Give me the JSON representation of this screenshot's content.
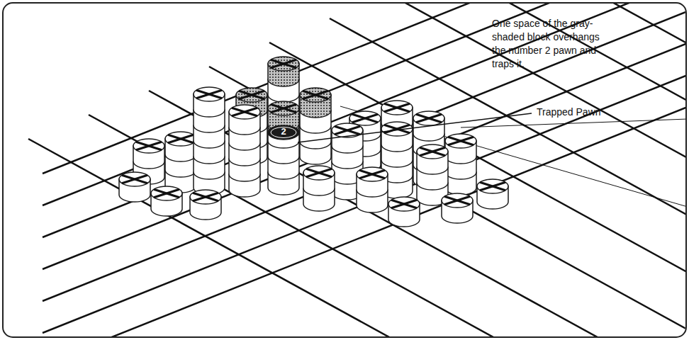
{
  "diagram": {
    "labels": [
      "One space of the gray-shaded block overhangs the number 2 pawn and traps it.",
      "Trapped Pawn",
      "2"
    ]
  }
}
